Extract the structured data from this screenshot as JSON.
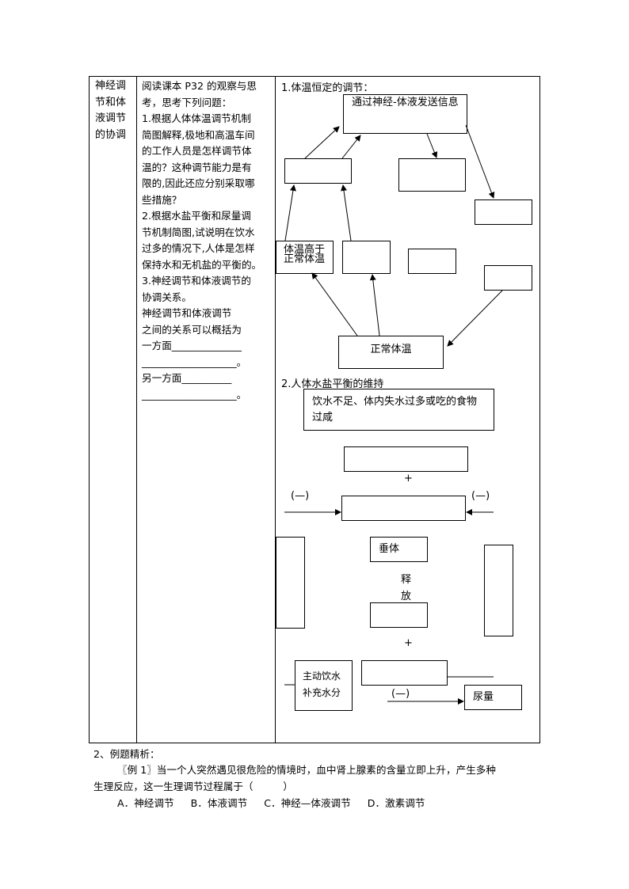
{
  "table": {
    "topic": "神经调节和体液调节的协调",
    "topic_lines": [
      "神经调",
      "节和体",
      "液调节",
      "的协调"
    ],
    "guide_lines": [
      "阅读课本 P32 的观察与思",
      "考，思考下列问题：",
      "1.根据人体体温调节机制",
      "简图解释,极地和高温车间",
      "的工作人员是怎样调节体",
      "温的？这种调节能力是有",
      "限的,因此还应分别采取哪",
      "些措施？",
      "2.根据水盐平衡和尿量调",
      "节机制简图,试说明在饮水",
      "过多的情况下,人体是怎样",
      "保持水和无机盐的平衡的。",
      "3.神经调节和体液调节的",
      "协调关系。",
      "神经调节和体液调节",
      "之间的关系可以概括为",
      "一方面______________",
      "___________________。",
      "另一方面__________",
      "___________________。"
    ]
  },
  "diagram1": {
    "title": "1.体温恒定的调节：",
    "signal_box": "通过神经-体液发送信息",
    "above_normal_box": "体温高于正常体温",
    "normal_box": "正常体温"
  },
  "diagram2": {
    "title": "2.人体水盐平衡的维持",
    "cause_box": "饮水不足、体内失水过多或吃的食物过咸",
    "plus": "+",
    "inhibit": "(—)",
    "pituitary_box": "垂体",
    "release": "释放",
    "drink_box_lines": [
      "主动饮水",
      "补充水分"
    ],
    "urine_box": "尿量"
  },
  "example": {
    "heading": "2、例题精析：",
    "question_line1": "〖例 1〗当一个人突然遇见很危险的情境时，血中肾上腺素的含量立即上升，产生多种",
    "question_line2": "生理反应，这一生理调节过程属于（　　　）",
    "options": [
      "A．神经调节",
      "B．体液调节",
      "C．神经—体液调节",
      "D．激素调节"
    ]
  }
}
